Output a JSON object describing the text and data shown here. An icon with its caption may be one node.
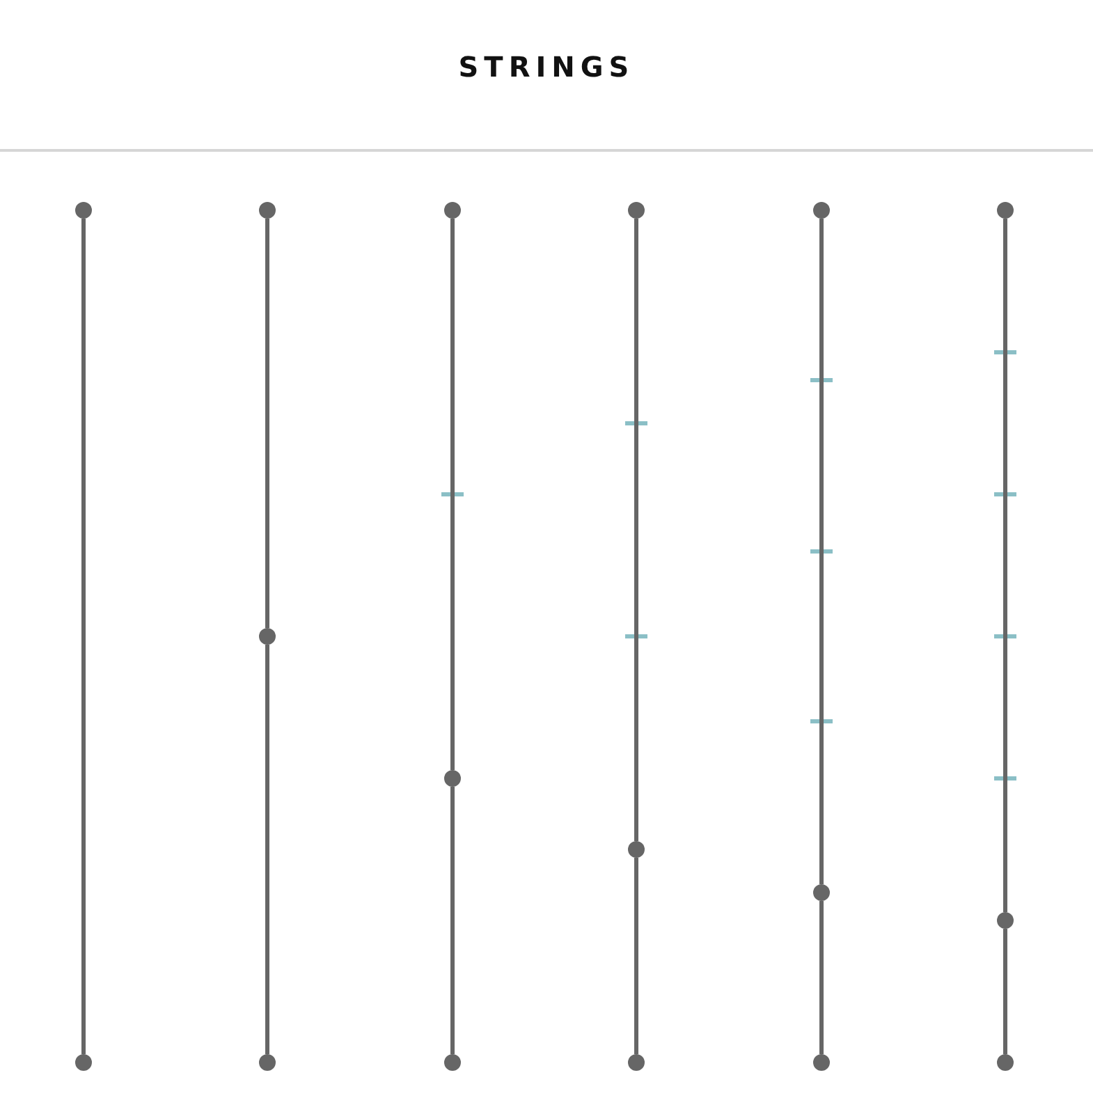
{
  "diagram": {
    "title": "STRINGS",
    "nodes": [
      {
        "text": [],
        "shape": "circle"
      },
      {
        "text": [],
        "shape": "circle"
      },
      {
        "text": [],
        "shape": "circle"
      },
      {
        "text": [],
        "shape": "circle"
      },
      {
        "text": [],
        "shape": "circle"
      },
      {
        "text": [],
        "shape": "circle"
      },
      {
        "text": [],
        "shape": "circle"
      },
      {
        "text": [],
        "shape": "circle"
      },
      {
        "text": [],
        "shape": "circle"
      },
      {
        "text": [],
        "shape": "circle"
      },
      {
        "text": [],
        "shape": "circle"
      },
      {
        "text": [],
        "shape": "circle"
      },
      {
        "text": [],
        "shape": "circle"
      },
      {
        "text": [],
        "shape": "circle"
      },
      {
        "text": [],
        "shape": "circle"
      },
      {
        "text": [],
        "shape": "circle"
      },
      {
        "text": [],
        "shape": "circle"
      }
    ],
    "edges": [
      {
        "from": 0,
        "to": 1,
        "arrow": "none"
      },
      {
        "from": 2,
        "to": 3,
        "arrow": "none"
      },
      {
        "from": 3,
        "to": 4,
        "arrow": "none"
      },
      {
        "from": 5,
        "to": 6,
        "arrow": "none"
      },
      {
        "from": 6,
        "to": 7,
        "arrow": "none"
      },
      {
        "from": 8,
        "to": 9,
        "arrow": "none"
      },
      {
        "from": 9,
        "to": 10,
        "arrow": "none"
      },
      {
        "from": 11,
        "to": 12,
        "arrow": "none"
      },
      {
        "from": 12,
        "to": 13,
        "arrow": "none"
      },
      {
        "from": 14,
        "to": 15,
        "arrow": "none"
      },
      {
        "from": 15,
        "to": 16,
        "arrow": "none"
      }
    ]
  }
}
